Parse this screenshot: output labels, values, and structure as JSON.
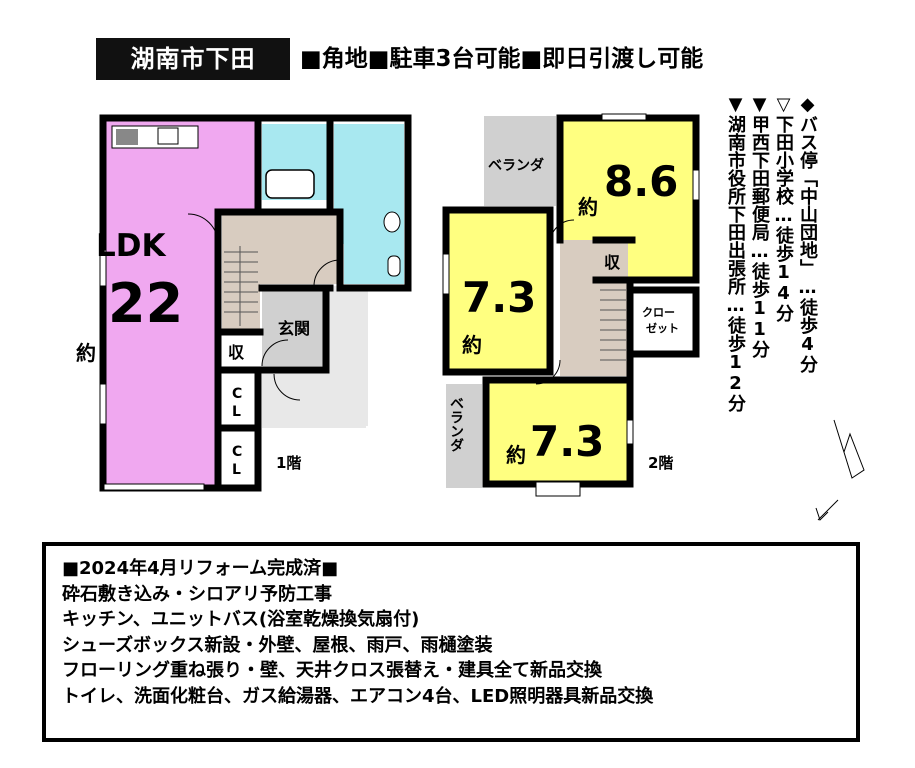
{
  "header": {
    "location": "湖南市下田",
    "features": "■角地■駐車3台可能■即日引渡し可能"
  },
  "access": [
    "◆バス停「中山団地」…徒歩4分",
    "▽下田小学校…徒歩14分",
    "▼甲西下田郵便局…徒歩11分",
    "▼湖南市役所下田出張所…徒歩12分"
  ],
  "floor1": {
    "ldk_label": "LDK",
    "ldk_size": "22",
    "ldk_unit": "約",
    "entrance": "玄関",
    "storage": "収",
    "closet1": "C\nL",
    "closet2": "C\nL",
    "floor_label": "1階"
  },
  "floor2": {
    "room1_size": "8.6",
    "room1_unit": "約",
    "room2_size": "7.3",
    "room2_unit": "約",
    "room3_size": "7.3",
    "room3_unit": "約",
    "veranda1": "ベランダ",
    "veranda2": "ベランダ",
    "storage": "収",
    "closet_line1": "クロー",
    "closet_line2": "ゼット",
    "floor_label": "2階"
  },
  "renovation": [
    "■2024年4月リフォーム完成済■",
    "砕石敷き込み・シロアリ予防工事",
    "キッチン、ユニットバス(浴室乾燥換気扇付)",
    "シューズボックス新設・外壁、屋根、雨戸、雨樋塗装",
    "フローリング重ね張り・壁、天井クロス張替え・建具全て新品交換",
    "トイレ、洗面化粧台、ガス給湯器、エアコン4台、LED照明器具新品交換"
  ],
  "colors": {
    "ldk": "#f0a8f0",
    "bedroom": "#ffff80",
    "water": "#a8e8f0",
    "hall": "#d8ccc0",
    "veranda": "#d0d0d0",
    "wall": "#000000"
  }
}
